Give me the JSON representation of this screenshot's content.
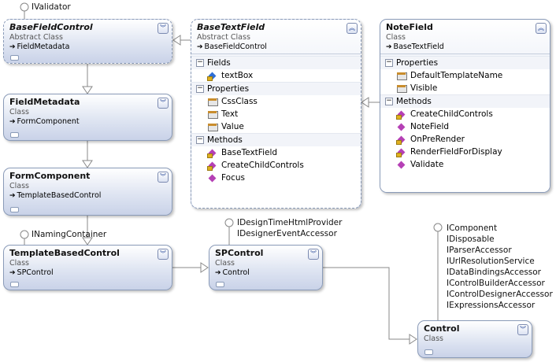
{
  "classes": {
    "basefieldcontrol": {
      "name": "BaseFieldControl",
      "type": "Abstract Class",
      "base": "FieldMetadata"
    },
    "fieldmetadata": {
      "name": "FieldMetadata",
      "type": "Class",
      "base": "FormComponent"
    },
    "formcomponent": {
      "name": "FormComponent",
      "type": "Class",
      "base": "TemplateBasedControl"
    },
    "templatebasedcontrol": {
      "name": "TemplateBasedControl",
      "type": "Class",
      "base": "SPControl"
    },
    "spcontrol": {
      "name": "SPControl",
      "type": "Class",
      "base": "Control"
    },
    "control": {
      "name": "Control",
      "type": "Class"
    },
    "basetextfield": {
      "name": "BaseTextField",
      "type": "Abstract Class",
      "base": "BaseFieldControl",
      "fields_label": "Fields",
      "fields": [
        "textBox"
      ],
      "properties_label": "Properties",
      "properties": [
        "CssClass",
        "Text",
        "Value"
      ],
      "methods_label": "Methods",
      "methods": [
        "BaseTextField",
        "CreateChildControls",
        "Focus"
      ]
    },
    "notefield": {
      "name": "NoteField",
      "type": "Class",
      "base": "BaseTextField",
      "properties_label": "Properties",
      "properties": [
        "DefaultTemplateName",
        "Visible"
      ],
      "methods_label": "Methods",
      "methods": [
        "CreateChildControls",
        "NoteField",
        "OnPreRender",
        "RenderFieldForDisplay",
        "Validate"
      ]
    }
  },
  "interfaces": {
    "basefieldcontrol": [
      "IValidator"
    ],
    "templatebasedcontrol": [
      "INamingContainer"
    ],
    "spcontrol": [
      "IDesignTimeHtmlProvider",
      "IDesignerEventAccessor"
    ],
    "control": [
      "IComponent",
      "IDisposable",
      "IParserAccessor",
      "IUrlResolutionService",
      "IDataBindingsAccessor",
      "IControlBuilderAccessor",
      "IControlDesignerAccessor",
      "IExpressionsAccessor"
    ]
  },
  "icons": {
    "collapse": "double-chevron-down-icon",
    "expand": "double-chevron-up-icon",
    "inherit": "arrow-right-icon"
  },
  "colors": {
    "border": "#8a9bb8",
    "field_icon": "#2f6fd6",
    "method_icon": "#b540b5",
    "property_icon": "#c98d2d"
  }
}
